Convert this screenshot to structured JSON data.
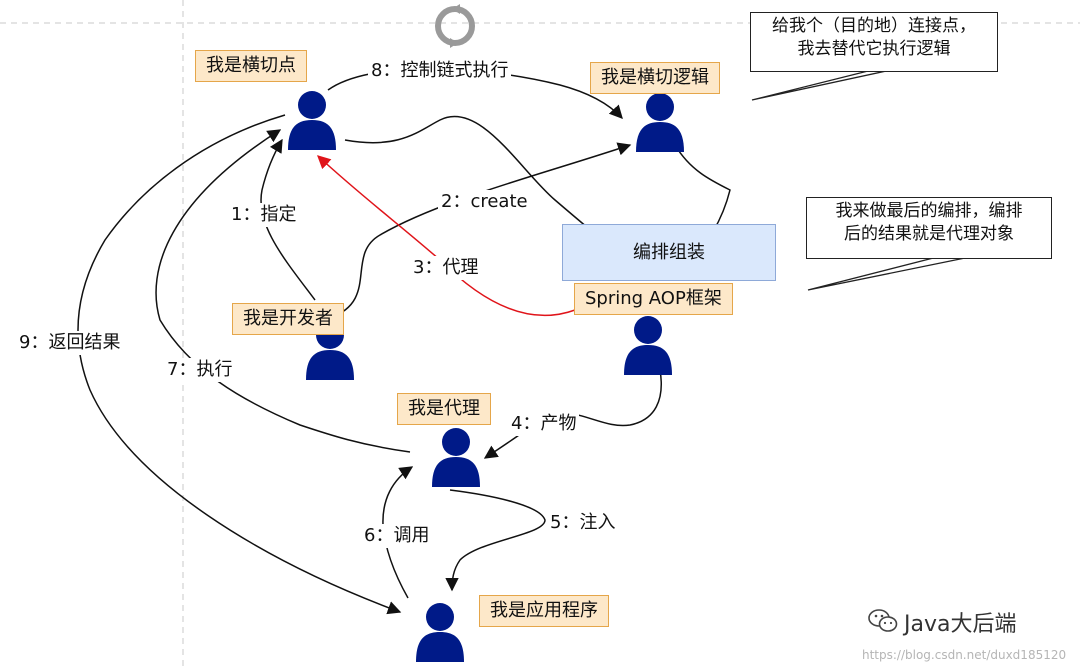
{
  "nodes": {
    "crosscut_point": "我是横切点",
    "crosscut_logic": "我是横切逻辑",
    "developer": "我是开发者",
    "aop_framework": "Spring AOP框架",
    "proxy": "我是代理",
    "application": "我是应用程序",
    "orchestrate_box": "编排组装"
  },
  "callouts": {
    "target": [
      "给我个（目的地）连接点，",
      "我去替代它执行逻辑"
    ],
    "orchestrate": [
      "我来做最后的编排，编排",
      "后的结果就是代理对象"
    ]
  },
  "edges": {
    "e1": "1：指定",
    "e2": "2：create",
    "e3": "3：代理",
    "e4": "4：产物",
    "e5": "5：注入",
    "e6": "6：调用",
    "e7": "7：执行",
    "e8": "8：控制链式执行",
    "e9": "9：返回结果"
  },
  "watermark": {
    "brand": "Java大后端",
    "url": "https://blog.csdn.net/duxd185120"
  },
  "icons": {
    "person": "person-icon",
    "refresh": "refresh-icon",
    "wechat": "wechat-icon"
  },
  "colors": {
    "person": "#001a88",
    "label_fill": "#fde8c9",
    "label_border": "#e5a64a",
    "blue_fill": "#dae8fc",
    "proxy_arrow": "#e0141a",
    "arrow": "#111111"
  }
}
